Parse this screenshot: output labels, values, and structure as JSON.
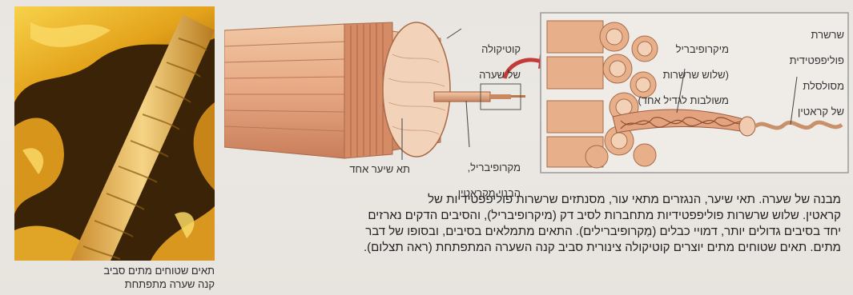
{
  "photo": {
    "caption_line1": "תאים שטוחים מתים סביב",
    "caption_line2": "קנה שערה מתפתחת"
  },
  "diagram": {
    "labels": {
      "cuticle_line1": "קוטיקולה",
      "cuticle_line2": "של שערה",
      "single_cell": "תא שיער אחד",
      "macrofibril_line1": "מקרופיבריל,",
      "macrofibril_line2": "הבנוי מקראטין",
      "microfibril_line1": "מיקרופיבריל",
      "microfibril_line2": "(שלוש שרשרות",
      "microfibril_line3": "משולבות לגדיל אחד)",
      "polypeptide_line1": "שרשרת",
      "polypeptide_line2": "פוליפפטידית",
      "polypeptide_line3": "מסולסלת",
      "polypeptide_line4": "של קראטין"
    }
  },
  "body": {
    "line1": "מבנה של שערה. תאי שיער, הנגזרים מתאי עור, מסנתזים שרשרות פוליפפטידיות של",
    "line2": "קראטין. שלוש שרשרות פוליפפטידיות מתחברות לסיב דק (מיקרופיבריל), והסיבים הדקים נארזים",
    "line3": "יחד בסיבים גדולים יותר, דמויי כבלים (מַקרופיברילים). התאים מתמלאים בסיבים, ובסופו של דבר",
    "line4": "מתים. תאים שטוחים מתים יוצרים קוטיקולה צינורית סביב קנה השערה המתפתחת (ראה תצלום)."
  }
}
